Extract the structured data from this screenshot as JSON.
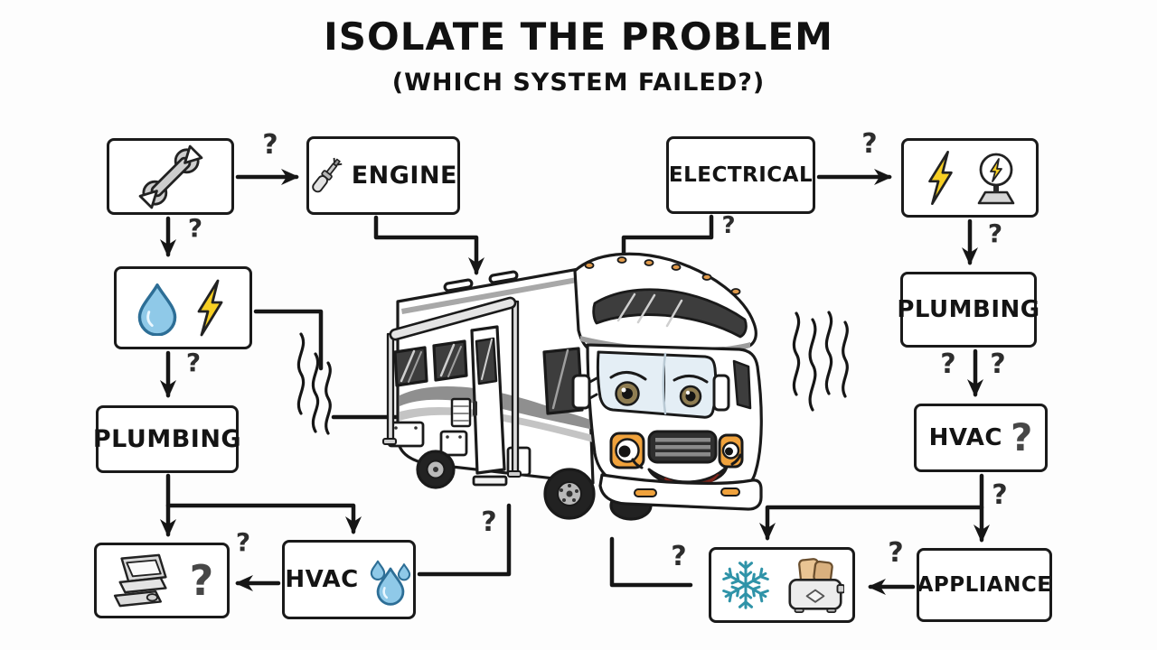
{
  "title": "ISOLATE THE PROBLEM",
  "subtitle": "(WHICH SYSTEM FAILED?)",
  "qmark": "?",
  "colors": {
    "ink": "#161616",
    "box_border": "#1a1a1a",
    "lightning_yellow": "#f7cf23",
    "water_blue": "#8fc9e8",
    "amber": "#f0a23c",
    "snowflake_teal": "#2f93a8",
    "grille_dark": "#2f2f2f",
    "stripe_gray": "#9c9c9c",
    "tongue_red": "#c65247"
  },
  "nodes": {
    "tools": {
      "icons": [
        "wrench-icon"
      ]
    },
    "engine": {
      "label": "ENGINE",
      "icons": [
        "screwdriver-icon"
      ]
    },
    "electrical": {
      "label": "ELECTRICAL"
    },
    "power_source": {
      "icons": [
        "lightning-icon",
        "plasma-globe-icon"
      ]
    },
    "water_electric": {
      "icons": [
        "water-drop-icon",
        "lightning-icon"
      ]
    },
    "plumbing_right": {
      "label": "PLUMBING"
    },
    "plumbing_left": {
      "label": "PLUMBING"
    },
    "hvac_right": {
      "label": "HVAC",
      "mark": "?"
    },
    "hvac_left": {
      "label": "HVAC",
      "icons": [
        "water-drops-icon"
      ]
    },
    "diagnostics": {
      "icons": [
        "laptop-icon"
      ],
      "mark": "?"
    },
    "cold_appliance": {
      "icons": [
        "snowflake-icon",
        "toaster-icon"
      ]
    },
    "appliance": {
      "label": "APPLIANCE"
    }
  },
  "center_illustration": "cartoon RV motorhome with smiling face, eyes in windshield, orange lamps, gray stripes, steam squiggles on both sides"
}
